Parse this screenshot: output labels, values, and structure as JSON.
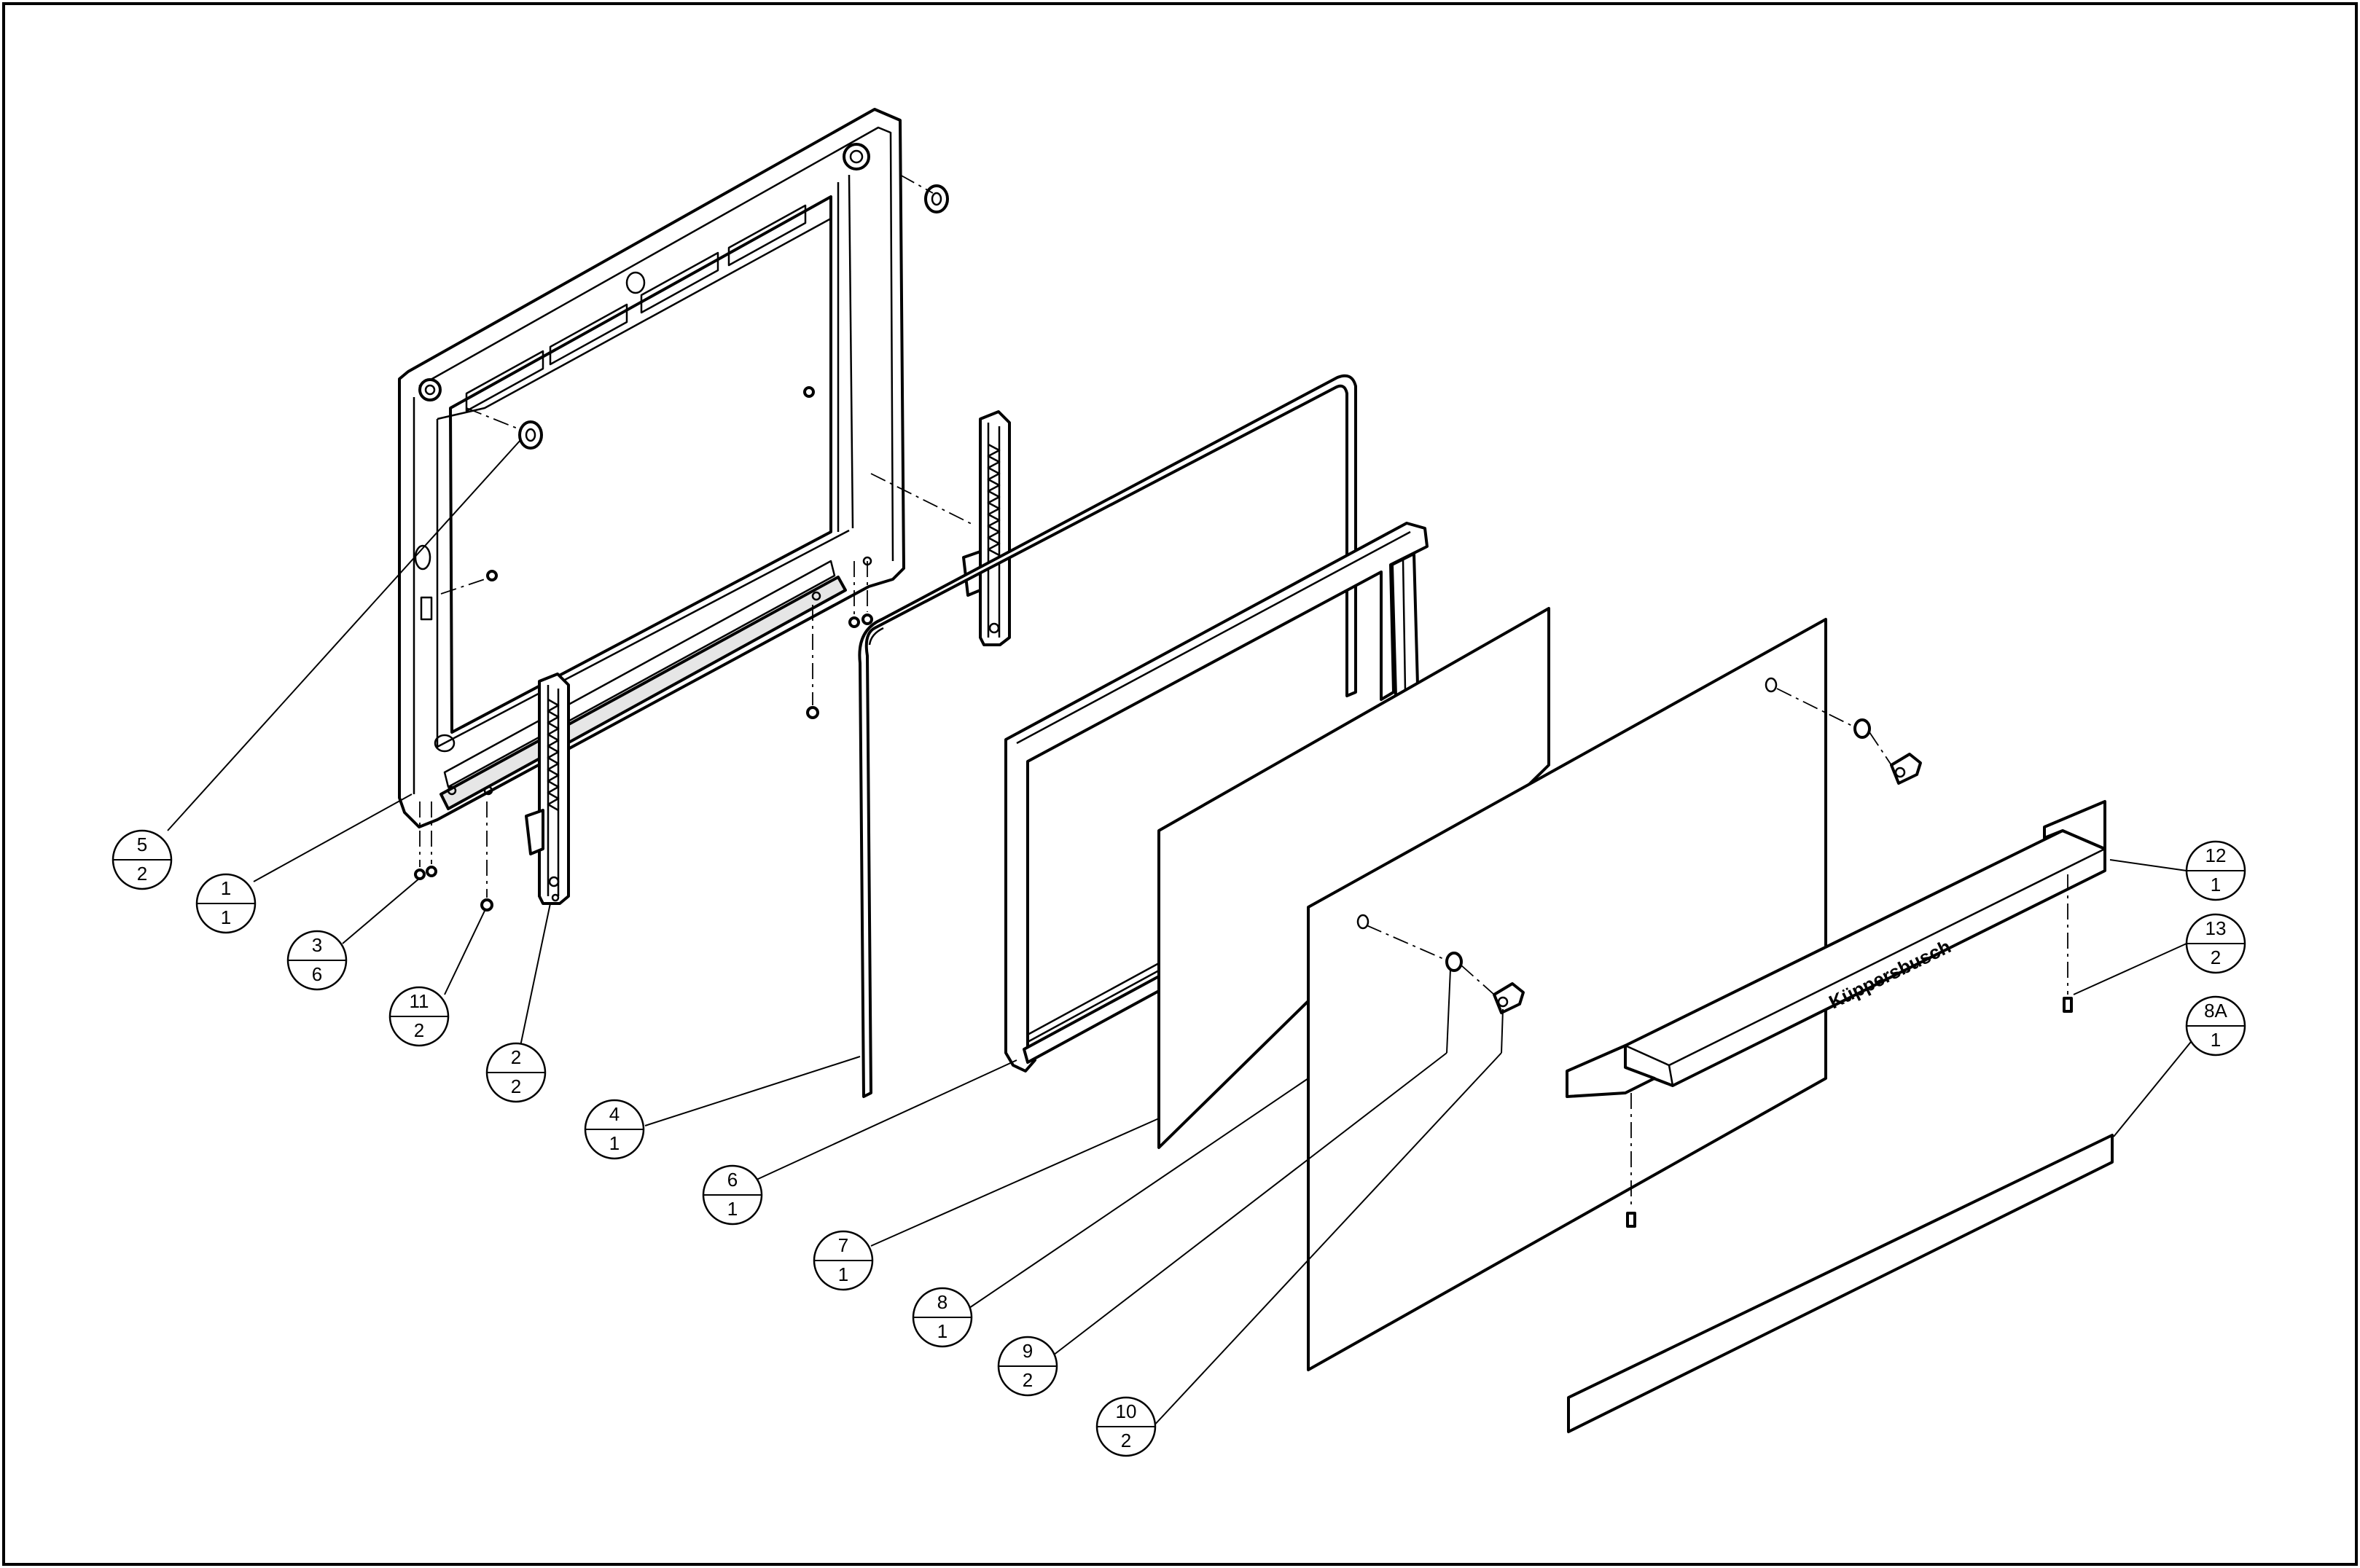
{
  "brand_label": "Küppersbusch",
  "balloons": [
    {
      "id": "5",
      "qty": "2"
    },
    {
      "id": "1",
      "qty": "1"
    },
    {
      "id": "3",
      "qty": "6"
    },
    {
      "id": "11",
      "qty": "2"
    },
    {
      "id": "2",
      "qty": "2"
    },
    {
      "id": "4",
      "qty": "1"
    },
    {
      "id": "6",
      "qty": "1"
    },
    {
      "id": "7",
      "qty": "1"
    },
    {
      "id": "8",
      "qty": "1"
    },
    {
      "id": "9",
      "qty": "2"
    },
    {
      "id": "10",
      "qty": "2"
    },
    {
      "id": "12",
      "qty": "1"
    },
    {
      "id": "13",
      "qty": "2"
    },
    {
      "id": "8A",
      "qty": "1"
    }
  ],
  "colors": {
    "line": "#000000",
    "background": "#ffffff"
  }
}
